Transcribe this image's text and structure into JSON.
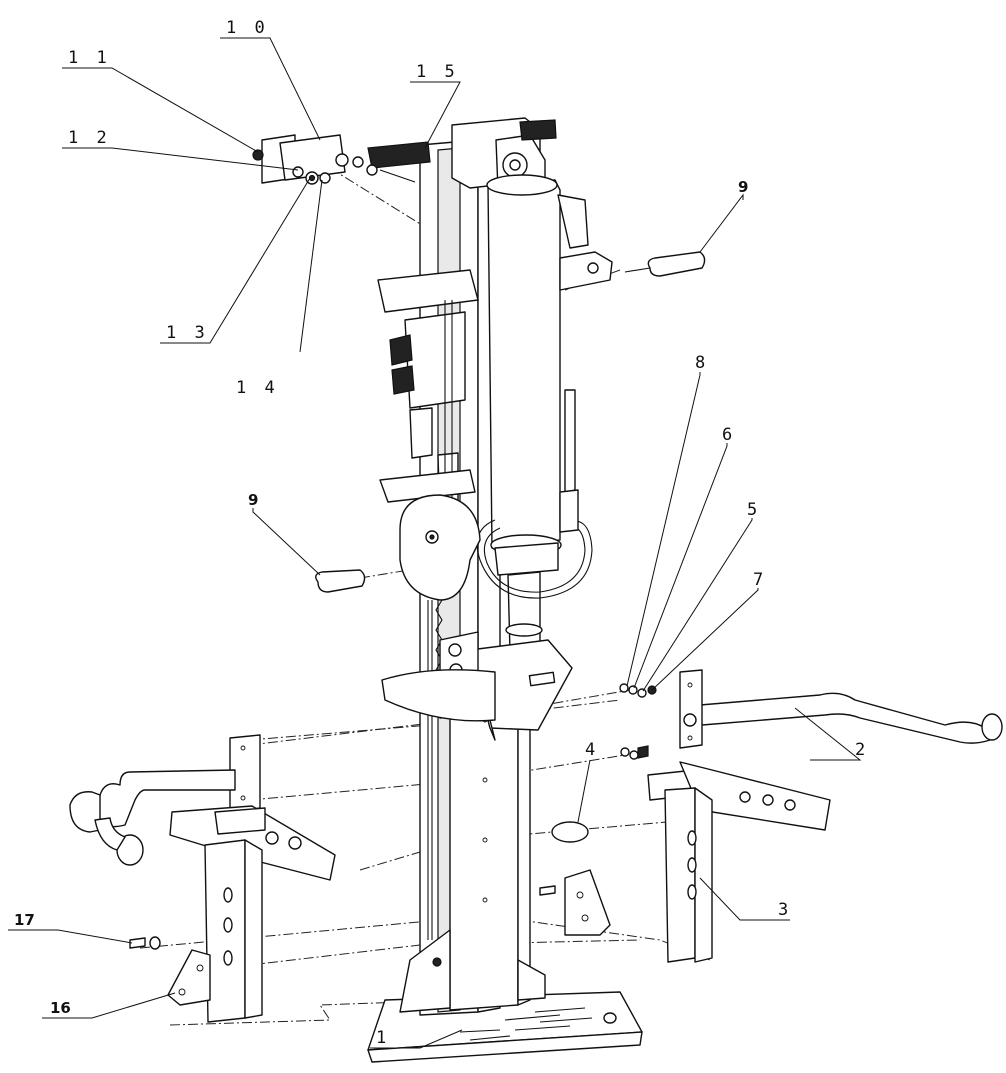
{
  "callouts": [
    {
      "id": "1",
      "text": "1"
    },
    {
      "id": "2",
      "text": "2"
    },
    {
      "id": "3",
      "text": "3"
    },
    {
      "id": "4",
      "text": "4"
    },
    {
      "id": "5",
      "text": "5"
    },
    {
      "id": "6",
      "text": "6"
    },
    {
      "id": "7",
      "text": "7"
    },
    {
      "id": "8",
      "text": "8"
    },
    {
      "id": "9a",
      "text": "9"
    },
    {
      "id": "9b",
      "text": "9"
    },
    {
      "id": "10",
      "text": "1 0"
    },
    {
      "id": "11",
      "text": "1 1"
    },
    {
      "id": "12",
      "text": "1 2"
    },
    {
      "id": "13",
      "text": "1 3"
    },
    {
      "id": "14",
      "text": "1 4"
    },
    {
      "id": "15",
      "text": "1 5"
    },
    {
      "id": "16",
      "text": "16"
    },
    {
      "id": "17",
      "text": "17"
    }
  ]
}
